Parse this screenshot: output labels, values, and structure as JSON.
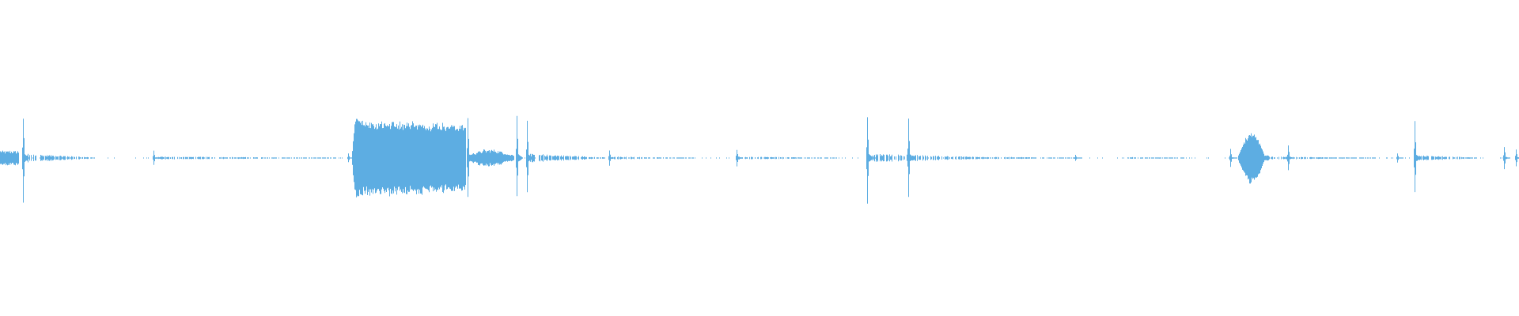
{
  "waveform": {
    "color": "#5DADE2",
    "background": "#FFFFFF",
    "duration_fraction_note_free": true,
    "events": [
      {
        "type": "burst",
        "start": 0.0,
        "end": 0.012,
        "amp": 0.05
      },
      {
        "type": "spike",
        "pos": 0.015,
        "amp": 0.29
      },
      {
        "type": "tail",
        "start": 0.015,
        "end": 0.062,
        "amp": 0.03
      },
      {
        "type": "spike",
        "pos": 0.101,
        "amp": 0.05
      },
      {
        "type": "tail",
        "start": 0.101,
        "end": 0.225,
        "amp": 0.01
      },
      {
        "type": "spike",
        "pos": 0.229,
        "amp": 0.03
      },
      {
        "type": "block",
        "start": 0.231,
        "end": 0.306,
        "amp": 0.26,
        "fade_out": 0.88
      },
      {
        "type": "spike",
        "pos": 0.308,
        "amp": 0.27
      },
      {
        "type": "burst",
        "start": 0.309,
        "end": 0.338,
        "amp": 0.04,
        "bump": true
      },
      {
        "type": "spike",
        "pos": 0.34,
        "amp": 0.27
      },
      {
        "type": "spike",
        "pos": 0.347,
        "amp": 0.25
      },
      {
        "type": "tail",
        "start": 0.347,
        "end": 0.398,
        "amp": 0.03
      },
      {
        "type": "spike",
        "pos": 0.401,
        "amp": 0.05
      },
      {
        "type": "tail",
        "start": 0.401,
        "end": 0.458,
        "amp": 0.01
      },
      {
        "type": "spike",
        "pos": 0.485,
        "amp": 0.06
      },
      {
        "type": "tail",
        "start": 0.485,
        "end": 0.552,
        "amp": 0.01
      },
      {
        "type": "spike",
        "pos": 0.571,
        "amp": 0.29
      },
      {
        "type": "spike",
        "pos": 0.598,
        "amp": 0.25
      },
      {
        "type": "tail",
        "start": 0.571,
        "end": 0.655,
        "amp": 0.03
      },
      {
        "type": "tail",
        "start": 0.655,
        "end": 0.712,
        "amp": 0.008
      },
      {
        "type": "spike",
        "pos": 0.708,
        "amp": 0.02
      },
      {
        "type": "tail",
        "start": 0.742,
        "end": 0.785,
        "amp": 0.006
      },
      {
        "type": "spike",
        "pos": 0.81,
        "amp": 0.06
      },
      {
        "type": "block",
        "start": 0.815,
        "end": 0.835,
        "amp": 0.17,
        "fade_out": 0.7,
        "swell": true
      },
      {
        "type": "spike",
        "pos": 0.848,
        "amp": 0.09
      },
      {
        "type": "tail",
        "start": 0.835,
        "end": 0.905,
        "amp": 0.01
      },
      {
        "type": "spike",
        "pos": 0.92,
        "amp": 0.03
      },
      {
        "type": "spike",
        "pos": 0.931,
        "amp": 0.24
      },
      {
        "type": "tail",
        "start": 0.931,
        "end": 0.972,
        "amp": 0.02
      },
      {
        "type": "spike",
        "pos": 0.99,
        "amp": 0.08
      },
      {
        "type": "spike",
        "pos": 0.998,
        "amp": 0.06
      }
    ]
  }
}
